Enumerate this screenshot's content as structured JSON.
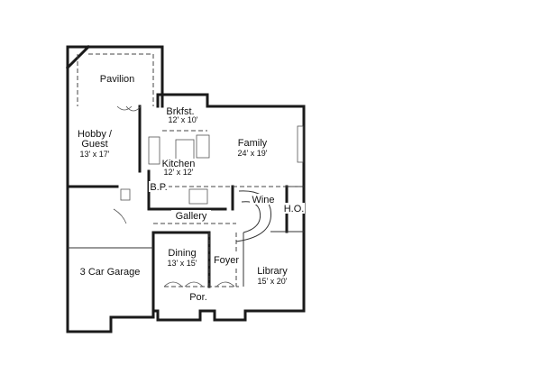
{
  "rooms": {
    "pavilion": {
      "name": "Pavilion"
    },
    "brkfst": {
      "name": "Brkfst.",
      "size": "12' x 10'"
    },
    "hobby": {
      "name_line1": "Hobby /",
      "name_line2": "Guest",
      "size": "13' x 17'"
    },
    "family": {
      "name": "Family",
      "size": "24' x 19'"
    },
    "kitchen": {
      "name": "Kitchen",
      "size": "12' x 12'"
    },
    "bp": {
      "name": "B.P."
    },
    "wine": {
      "name": "Wine"
    },
    "ho": {
      "name": "H.O."
    },
    "gallery": {
      "name": "Gallery"
    },
    "garage": {
      "name": "3 Car Garage"
    },
    "dining": {
      "name": "Dining",
      "size": "13' x 15'"
    },
    "foyer": {
      "name": "Foyer"
    },
    "library": {
      "name": "Library",
      "size": "15' x 20'"
    },
    "porch": {
      "name": "Por."
    }
  }
}
